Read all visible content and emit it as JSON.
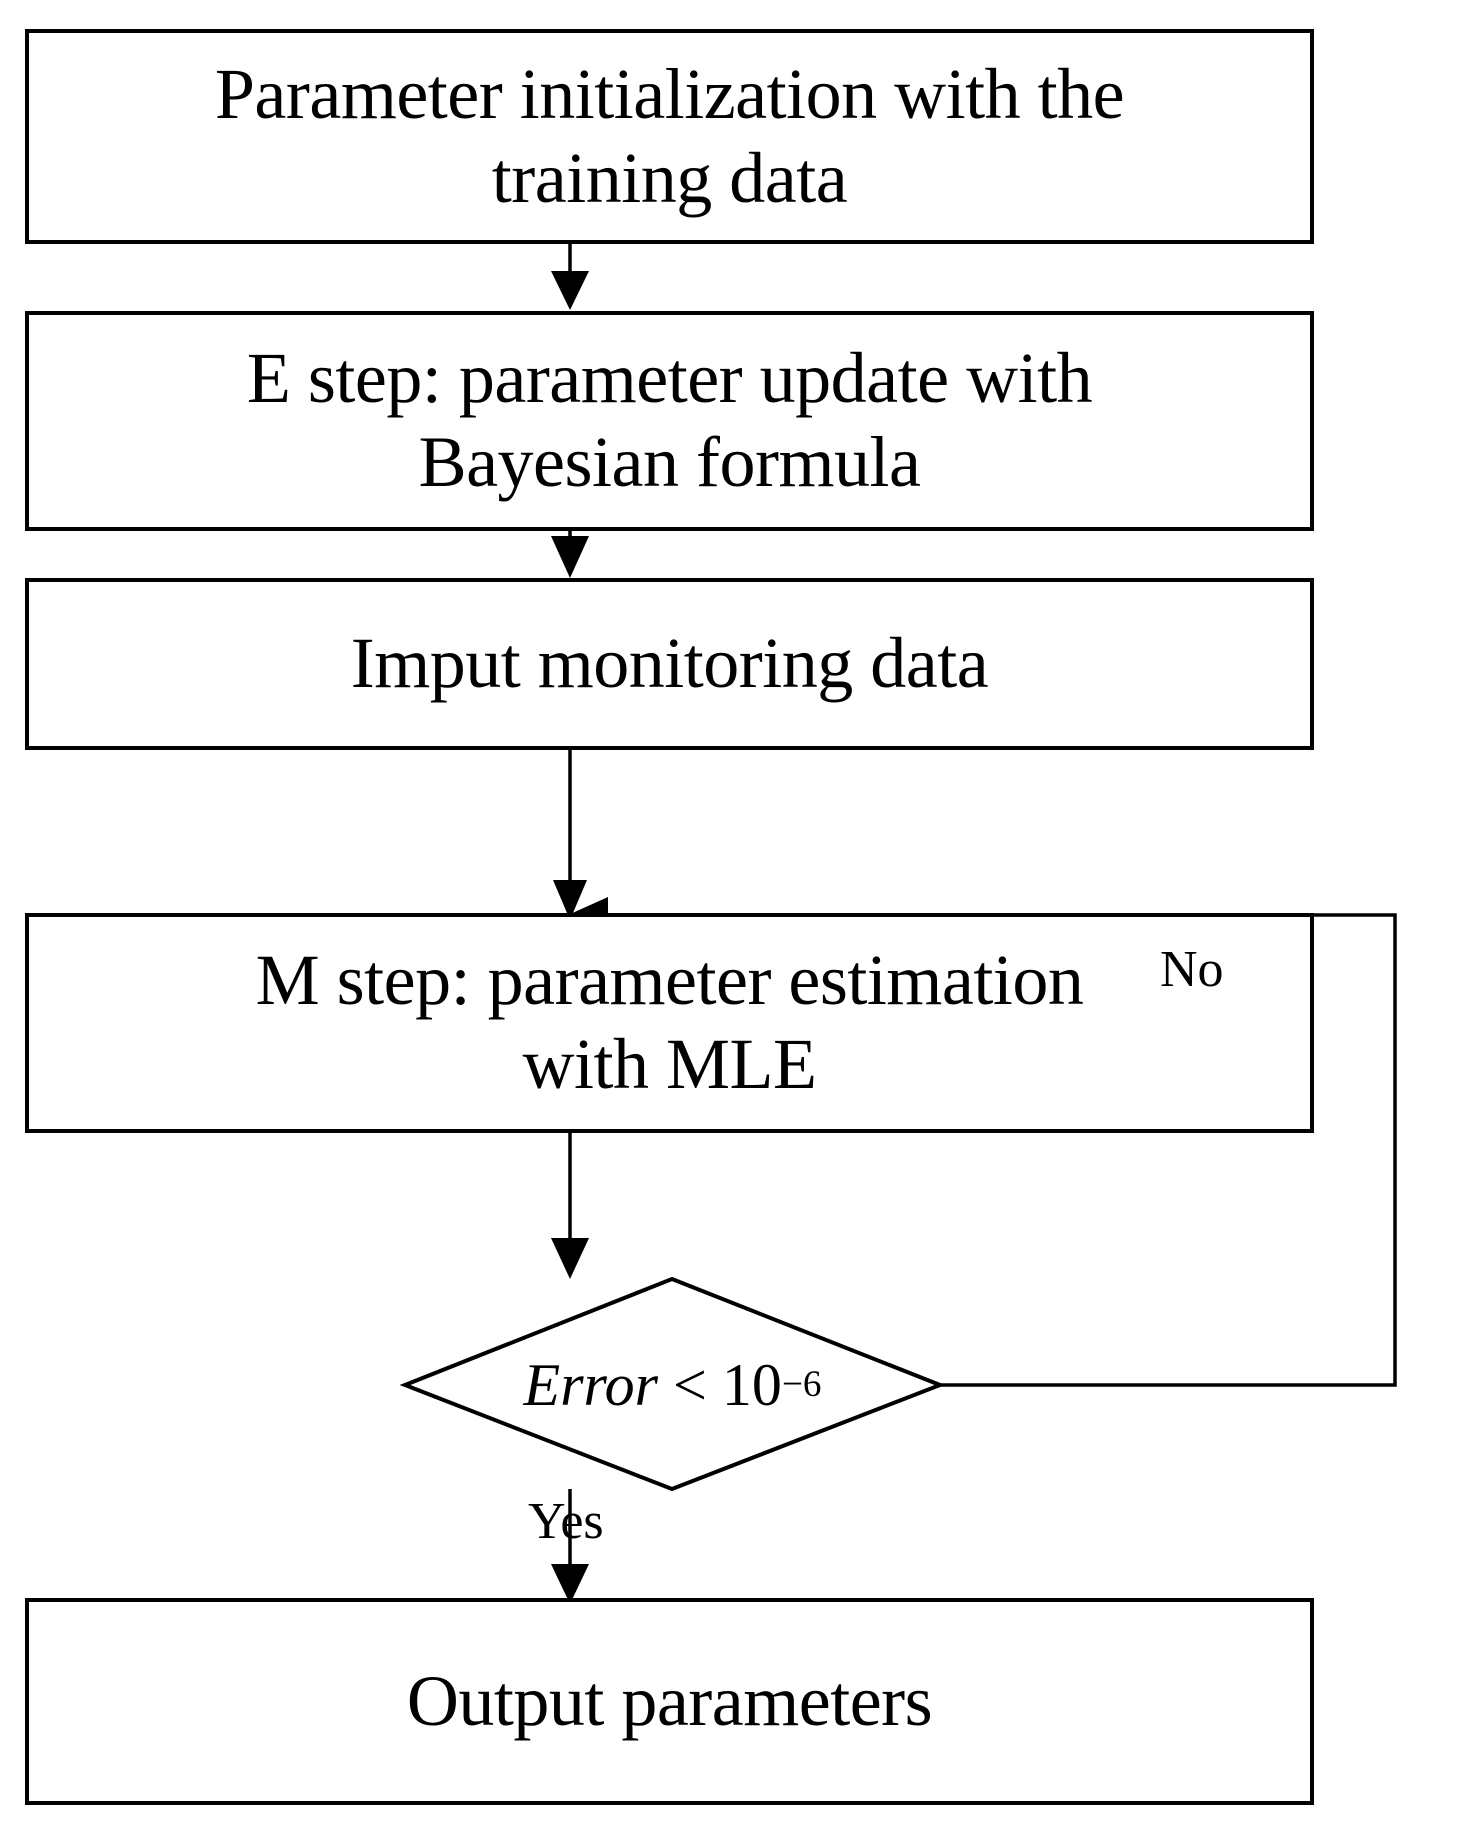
{
  "diagram": {
    "title": "EM algorithm parameter estimation flowchart",
    "type": "flowchart",
    "background_color": "#ffffff",
    "line_color": "#000000",
    "text_color": "#000000",
    "nodes": [
      {
        "id": "init",
        "shape": "rectangle",
        "label": "Parameter initialization with the\ntraining data"
      },
      {
        "id": "estep",
        "shape": "rectangle",
        "label": "E step: parameter update with\nBayesian formula"
      },
      {
        "id": "input",
        "shape": "rectangle",
        "label": "Imput monitoring data"
      },
      {
        "id": "mstep",
        "shape": "rectangle",
        "label": "M step: parameter estimation\nwith MLE"
      },
      {
        "id": "decision",
        "shape": "diamond",
        "label_italic": "Error",
        "label_operator": "<",
        "label_base": "10",
        "label_exponent": "−6",
        "label_plain": "Error < 10−6"
      },
      {
        "id": "output",
        "shape": "rectangle",
        "label": "Output parameters"
      }
    ],
    "edges": [
      {
        "id": "e1",
        "from": "init",
        "to": "estep",
        "label": ""
      },
      {
        "id": "e2",
        "from": "estep",
        "to": "input",
        "label": ""
      },
      {
        "id": "e3",
        "from": "input",
        "to": "mstep",
        "label": ""
      },
      {
        "id": "e4",
        "from": "mstep",
        "to": "decision",
        "label": ""
      },
      {
        "id": "e5",
        "from": "decision",
        "to": "mstep",
        "label": "No"
      },
      {
        "id": "e6",
        "from": "decision",
        "to": "output",
        "label": "Yes"
      }
    ],
    "labels": {
      "no": "No",
      "yes": "Yes"
    }
  }
}
